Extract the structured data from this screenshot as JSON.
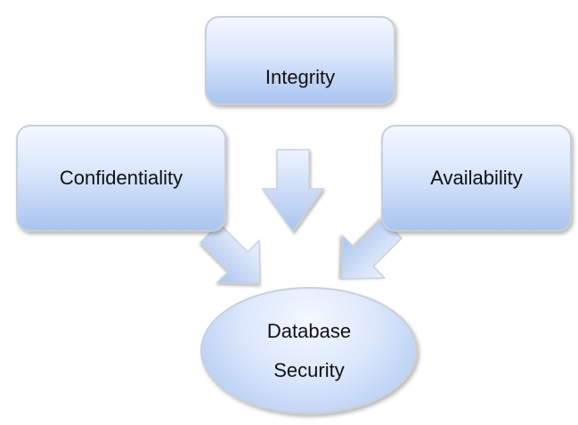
{
  "nodes": {
    "integrity": "Integrity",
    "confidentiality": "Confidentiality",
    "availability": "Availability",
    "database_security": {
      "line1": "Database",
      "line2": "Security"
    }
  },
  "colors": {
    "fill_light": "#f3f7ff",
    "fill_dark": "#a9c4f0",
    "border": "#c9cfd8",
    "text": "#111111"
  }
}
